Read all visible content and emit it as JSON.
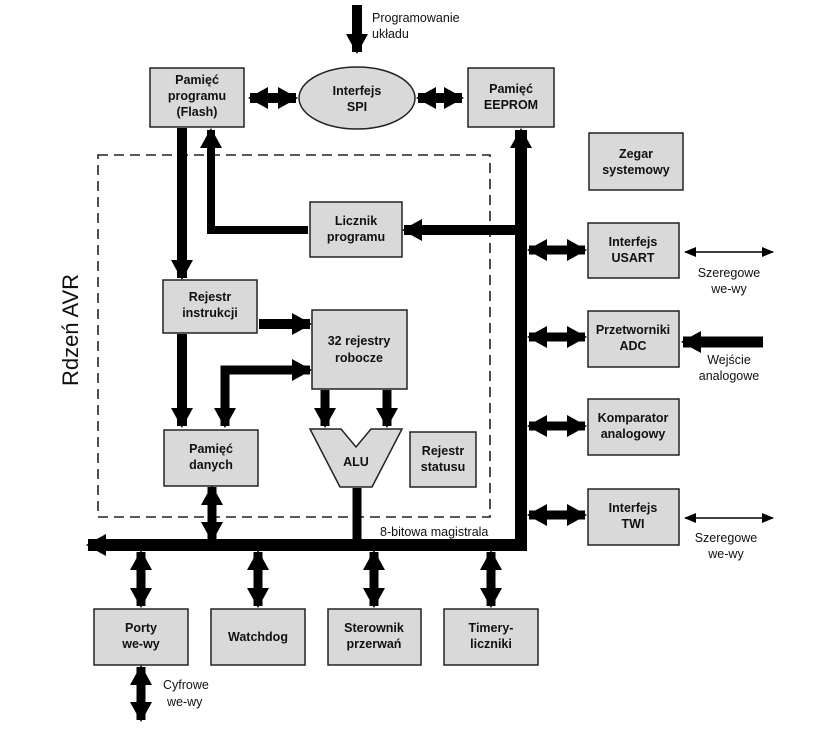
{
  "blocks": {
    "program_memory": [
      "Pamięć",
      "programu",
      "(Flash)"
    ],
    "spi": [
      "Interfejs",
      "SPI"
    ],
    "eeprom": [
      "Pamięć",
      "EEPROM"
    ],
    "system_clock": [
      "Zegar",
      "systemowy"
    ],
    "program_counter": [
      "Licznik",
      "programu"
    ],
    "instruction_register": [
      "Rejestr",
      "instrukcji"
    ],
    "working_registers": [
      "32 rejestry",
      "robocze"
    ],
    "alu": "ALU",
    "status_register": [
      "Rejestr",
      "statusu"
    ],
    "data_memory": [
      "Pamięć",
      "danych"
    ],
    "usart": [
      "Interfejs",
      "USART"
    ],
    "adc": [
      "Przetworniki",
      "ADC"
    ],
    "comparator": [
      "Komparator",
      "analogowy"
    ],
    "twi": [
      "Interfejs",
      "TWI"
    ],
    "io_ports": [
      "Porty",
      "we-wy"
    ],
    "watchdog": "Watchdog",
    "interrupt_controller": [
      "Sterownik",
      "przerwań"
    ],
    "timers": [
      "Timery-",
      "liczniki"
    ]
  },
  "labels": {
    "programming": [
      "Programowanie",
      "układu"
    ],
    "core": "Rdzeń AVR",
    "bus": "8-bitowa magistrala",
    "usart_io": [
      "Szeregowe",
      "we-wy"
    ],
    "analog_input": [
      "Wejście",
      "analogowe"
    ],
    "twi_io": [
      "Szeregowe",
      "we-wy"
    ],
    "digital_io": [
      "Cyfrowe",
      "we-wy"
    ]
  },
  "colors": {
    "block_fill": "#d9d9d9",
    "line": "#000000"
  }
}
